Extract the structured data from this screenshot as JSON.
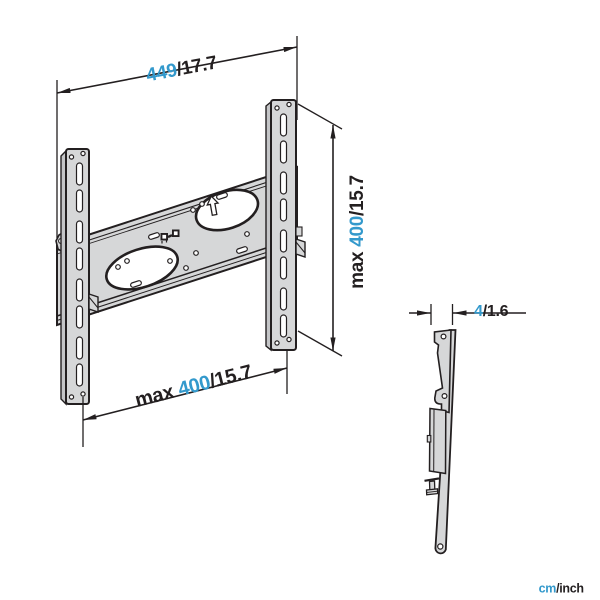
{
  "colors": {
    "accent": "#3399CC",
    "ink": "#231F20",
    "metal_fill": "#D6D7D8",
    "background": "#FFFFFF"
  },
  "labels": {
    "width": {
      "value_cm": "449",
      "value_inch": "/17.7"
    },
    "max_height": {
      "prefix": "max ",
      "value_cm": "400",
      "value_inch": "/15.7"
    },
    "max_pattern_width": {
      "prefix": "max ",
      "value_cm": "400",
      "value_inch": "/15.7"
    },
    "depth": {
      "value_cm": "4",
      "value_inch": "/1.6"
    },
    "units": {
      "cm": "cm",
      "inch": "/inch"
    }
  }
}
